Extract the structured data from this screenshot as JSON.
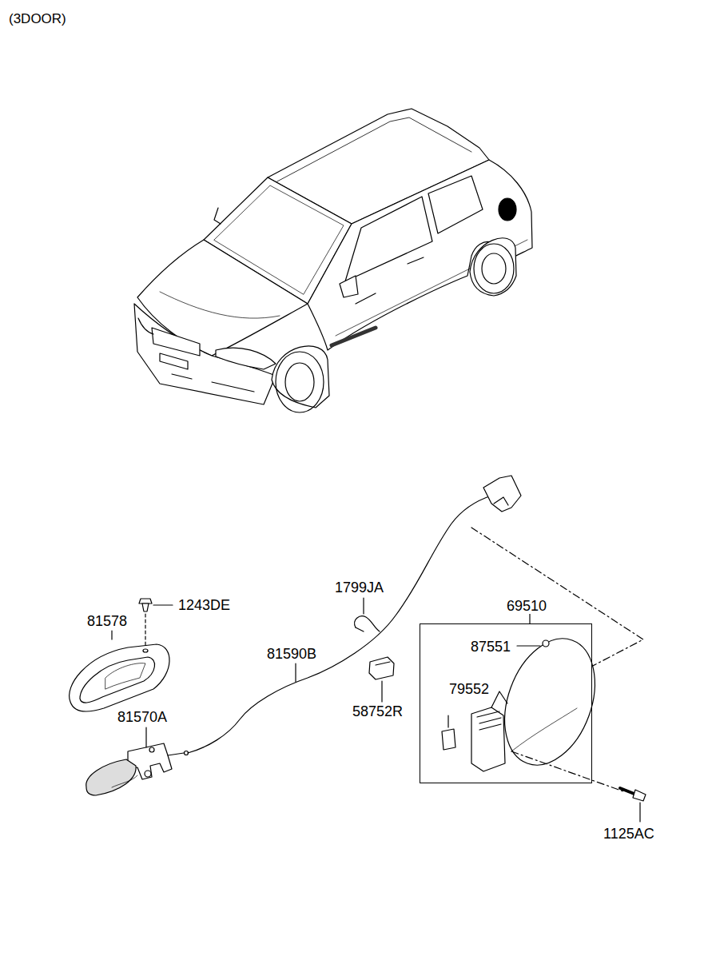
{
  "diagram": {
    "nodes": [
      {
        "text": [
          "69510",
          "87551",
          "79552"
        ]
      }
    ],
    "edges": [],
    "labels": [
      "(3DOOR)",
      "1243DE",
      "81578",
      "1799JA",
      "81590B",
      "58752R",
      "81570A",
      "1125AC"
    ]
  }
}
